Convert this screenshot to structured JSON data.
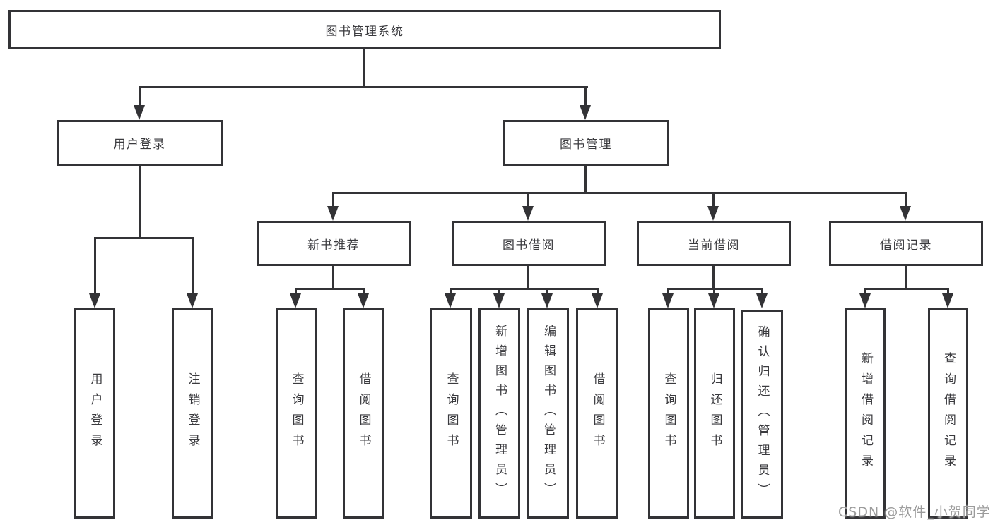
{
  "diagram": {
    "title": "图书管理系统",
    "root": {
      "label": "图书管理系统"
    },
    "branches": [
      {
        "label": "用户登录",
        "children": [
          {
            "label": "用户登录"
          },
          {
            "label": "注销登录"
          }
        ]
      },
      {
        "label": "图书管理",
        "children": [
          {
            "label": "新书推荐",
            "children": [
              {
                "label": "查询图书"
              },
              {
                "label": "借阅图书"
              }
            ]
          },
          {
            "label": "图书借阅",
            "children": [
              {
                "label": "查询图书"
              },
              {
                "label": "新增图书（管理员）"
              },
              {
                "label": "编辑图书（管理员）"
              },
              {
                "label": "借阅图书"
              }
            ]
          },
          {
            "label": "当前借阅",
            "children": [
              {
                "label": "查询图书"
              },
              {
                "label": "归还图书"
              },
              {
                "label": "确认归还（管理员）"
              }
            ]
          },
          {
            "label": "借阅记录",
            "children": [
              {
                "label": "新增借阅记录"
              },
              {
                "label": "查询借阅记录"
              }
            ]
          }
        ]
      }
    ]
  },
  "watermark": {
    "text": "CSDN @软件_小贺同学"
  },
  "colors": {
    "line": "#333336",
    "text": "#3a3a3e",
    "background": "#ffffff",
    "watermark": "#9b9b9b"
  }
}
